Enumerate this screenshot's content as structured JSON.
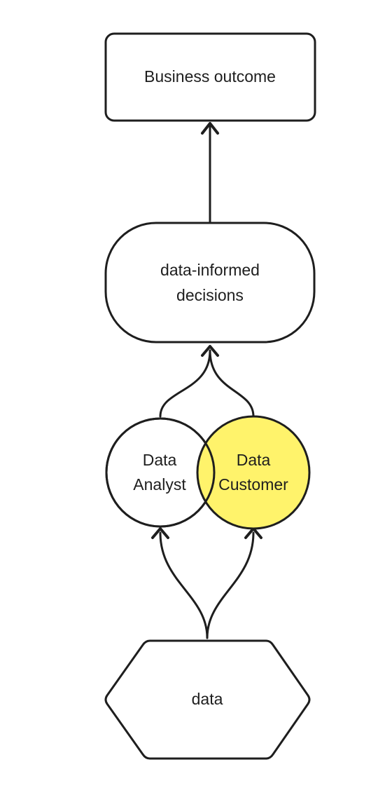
{
  "colors": {
    "stroke": "#1e1e1e",
    "node_fill": "#ffffff",
    "highlight_fill": "#fff36b"
  },
  "nodes": {
    "business_outcome": {
      "label": "Business outcome"
    },
    "decisions": {
      "line1": "data-informed",
      "line2": "decisions"
    },
    "analyst": {
      "line1": "Data",
      "line2": "Analyst"
    },
    "customer": {
      "line1": "Data",
      "line2": "Customer"
    },
    "data": {
      "label": "data"
    }
  }
}
